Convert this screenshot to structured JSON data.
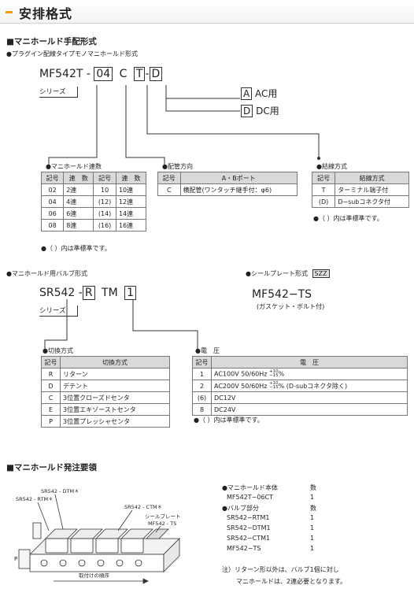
{
  "title": "安排格式",
  "manifold": {
    "heading": "■マニホールド手配形式",
    "subheading": "●プラグイン配線タイプモノマニホールド形式",
    "code": {
      "base": "MF542T",
      "dash": "-",
      "stations": "04",
      "c": "C",
      "t": "T",
      "dash2": "-",
      "d": "D"
    },
    "series_label": "シリーズ",
    "voltage": [
      {
        "code": "A",
        "label": "AC用"
      },
      {
        "code": "D",
        "label": "DC用"
      }
    ],
    "stations_table": {
      "caption": "●マニホールド連数",
      "headers": [
        "記号",
        "連　数",
        "記号",
        "連　数"
      ],
      "rows": [
        [
          "02",
          "2連",
          "10",
          "10連"
        ],
        [
          "04",
          "4連",
          "(12)",
          "12連"
        ],
        [
          "06",
          "6連",
          "(14)",
          "14連"
        ],
        [
          "08",
          "8連",
          "(16)",
          "16連"
        ]
      ],
      "note": "●（ ）内は準標準です。"
    },
    "piping_table": {
      "caption": "●配管方向",
      "headers": [
        "記号",
        "A・Bポート"
      ],
      "rows": [
        [
          "C",
          "横配管(ワンタッチ継手付：φ6)"
        ]
      ]
    },
    "wiring_table": {
      "caption": "●結線方式",
      "headers": [
        "記号",
        "結線方式"
      ],
      "rows": [
        [
          "T",
          "ターミナル端子付"
        ],
        [
          "(D)",
          "D−subコネクタ付"
        ]
      ],
      "note": "●（ ）内は準標準です。"
    }
  },
  "valve": {
    "subheading": "●マニホールド用バルブ形式",
    "code": {
      "base": "SR542",
      "dash": "-",
      "r": "R",
      "tm": "TM",
      "one": "1"
    },
    "series_label": "シリーズ",
    "switching_table": {
      "caption": "●切換方式",
      "headers": [
        "記号",
        "切換方式"
      ],
      "rows": [
        [
          "R",
          "リターン"
        ],
        [
          "D",
          "デテント"
        ],
        [
          "C",
          "3位置クローズドセンタ"
        ],
        [
          "E",
          "3位置エキゾーストセンタ"
        ],
        [
          "P",
          "3位置プレッシャセンタ"
        ]
      ]
    },
    "voltage_table": {
      "caption": "●電　圧",
      "headers": [
        "記号",
        "電　圧"
      ],
      "rows": [
        [
          "1",
          "AC100V 50/60Hz",
          "+10",
          "−15",
          "%",
          ""
        ],
        [
          "2",
          "AC200V 50/60Hz",
          "+10",
          "−15",
          "%",
          "(D-subコネクタ除く)"
        ],
        [
          "(6)",
          "DC12V",
          "",
          "",
          "",
          ""
        ],
        [
          "8",
          "DC24V",
          "",
          "",
          "",
          ""
        ]
      ],
      "note": "●（ ）内は準標準です。"
    }
  },
  "seal_plate": {
    "caption": "●シールプレート形式",
    "badge": "SZZ",
    "model": "MF542−TS",
    "sub": "(ガスケット・ボルト付)"
  },
  "order": {
    "heading": "■マニホールド発注要領",
    "diagram": {
      "dtm": "SR542 - DTM＊",
      "rtm": "SR542 - RTM＊",
      "ctm": "SR542 - CTM＊",
      "plate1": "シールプレート",
      "plate2": "MF542 - TS",
      "p": "P",
      "order": "取付けの順序"
    },
    "list": [
      {
        "label": "●マニホールド本体",
        "qty": "数"
      },
      {
        "label": "MF542T−06CT",
        "qty": "1"
      },
      {
        "label": "●バルブ部分",
        "qty": "数"
      },
      {
        "label": "SR542−RTM1",
        "qty": "1"
      },
      {
        "label": "SR542−DTM1",
        "qty": "1"
      },
      {
        "label": "SR542−CTM1",
        "qty": "1"
      },
      {
        "label": "MF542−TS",
        "qty": "1"
      }
    ],
    "note1": "注）リターン形以外は、バルブ1個に対し",
    "note2": "マニホールドは、2連必要となります。"
  }
}
